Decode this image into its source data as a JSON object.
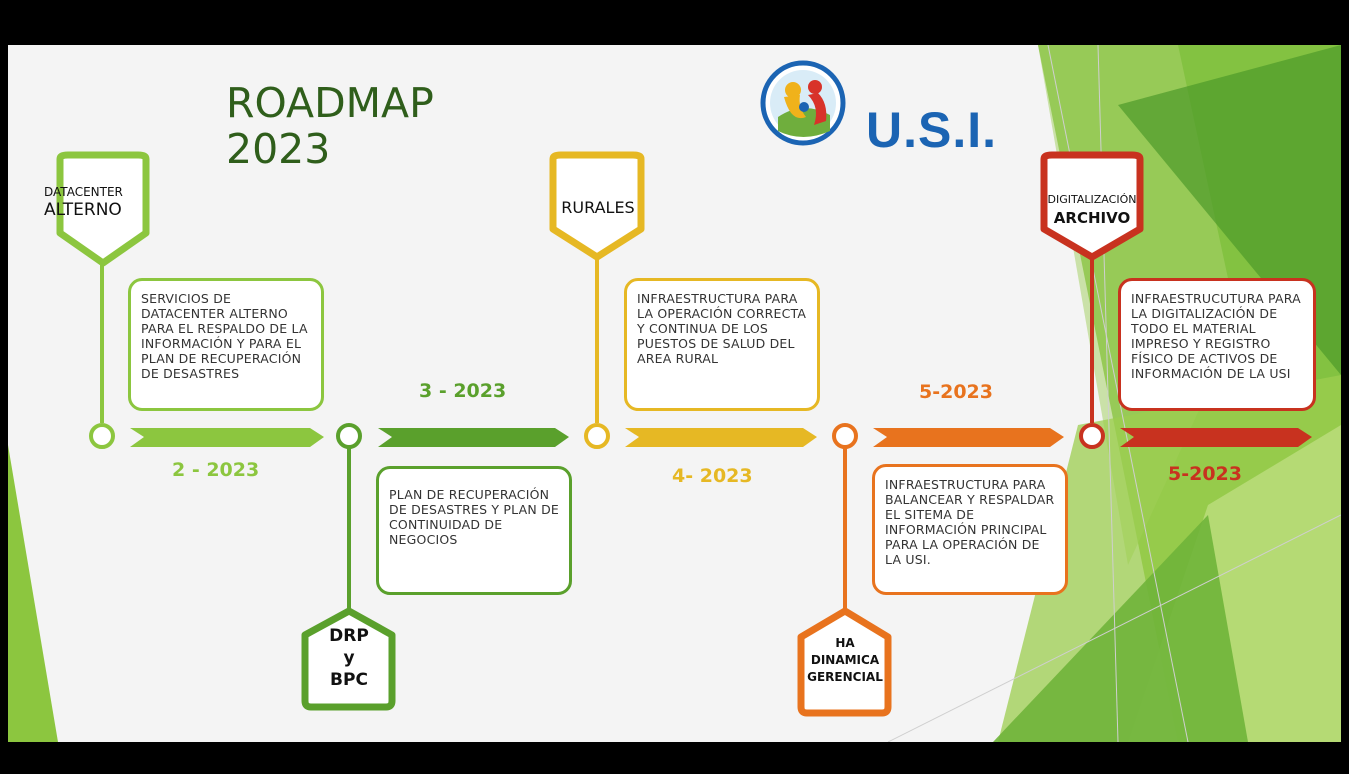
{
  "title": {
    "line1": "ROADMAP",
    "line2": "2023"
  },
  "logo": {
    "text": "U.S.I.",
    "icon": "family-logo-icon"
  },
  "milestones": [
    {
      "id": "m1",
      "label_small": "DATACENTER",
      "label_big": "ALTERNO",
      "date": "2 - 2023",
      "color": "#8cc63f",
      "description": "SERVICIOS DE DATACENTER ALTERNO PARA EL RESPALDO DE LA INFORMACIÓN Y PARA EL PLAN DE RECUPERACIÓN DE DESASTRES"
    },
    {
      "id": "m2",
      "label_line1": "DRP",
      "label_line2": "y",
      "label_line3": "BPC",
      "date": "3 - 2023",
      "color": "#5aa02c",
      "description": "PLAN DE RECUPERACIÓN DE DESASTRES Y PLAN DE CONTINUIDAD DE NEGOCIOS"
    },
    {
      "id": "m3",
      "label": "RURALES",
      "date": "4- 2023",
      "color": "#e6b824",
      "description": "INFRAESTRUCTURA PARA LA OPERACIÓN CORRECTA Y CONTINUA DE LOS PUESTOS DE SALUD DEL AREA RURAL"
    },
    {
      "id": "m4",
      "label_line1": "HA",
      "label_line2": "DINAMICA",
      "label_line3": "GERENCIAL",
      "date": "5-2023",
      "color": "#e8731e",
      "description": "INFRAESTRUCTURA PARA BALANCEAR Y RESPALDAR EL SITEMA DE INFORMACIÓN PRINCIPAL PARA LA OPERACIÓN DE LA USI."
    },
    {
      "id": "m5",
      "label_small": "DIGITALIZACIÓN",
      "label_big": "ARCHIVO",
      "date": "5-2023",
      "color": "#c8321f",
      "description": "INFRAESTRUCUTURA PARA LA DIGITALIZACIÓN DE TODO EL MATERIAL IMPRESO Y REGISTRO FÍSICO DE ACTIVOS DE INFORMACIÓN DE LA USI"
    }
  ]
}
